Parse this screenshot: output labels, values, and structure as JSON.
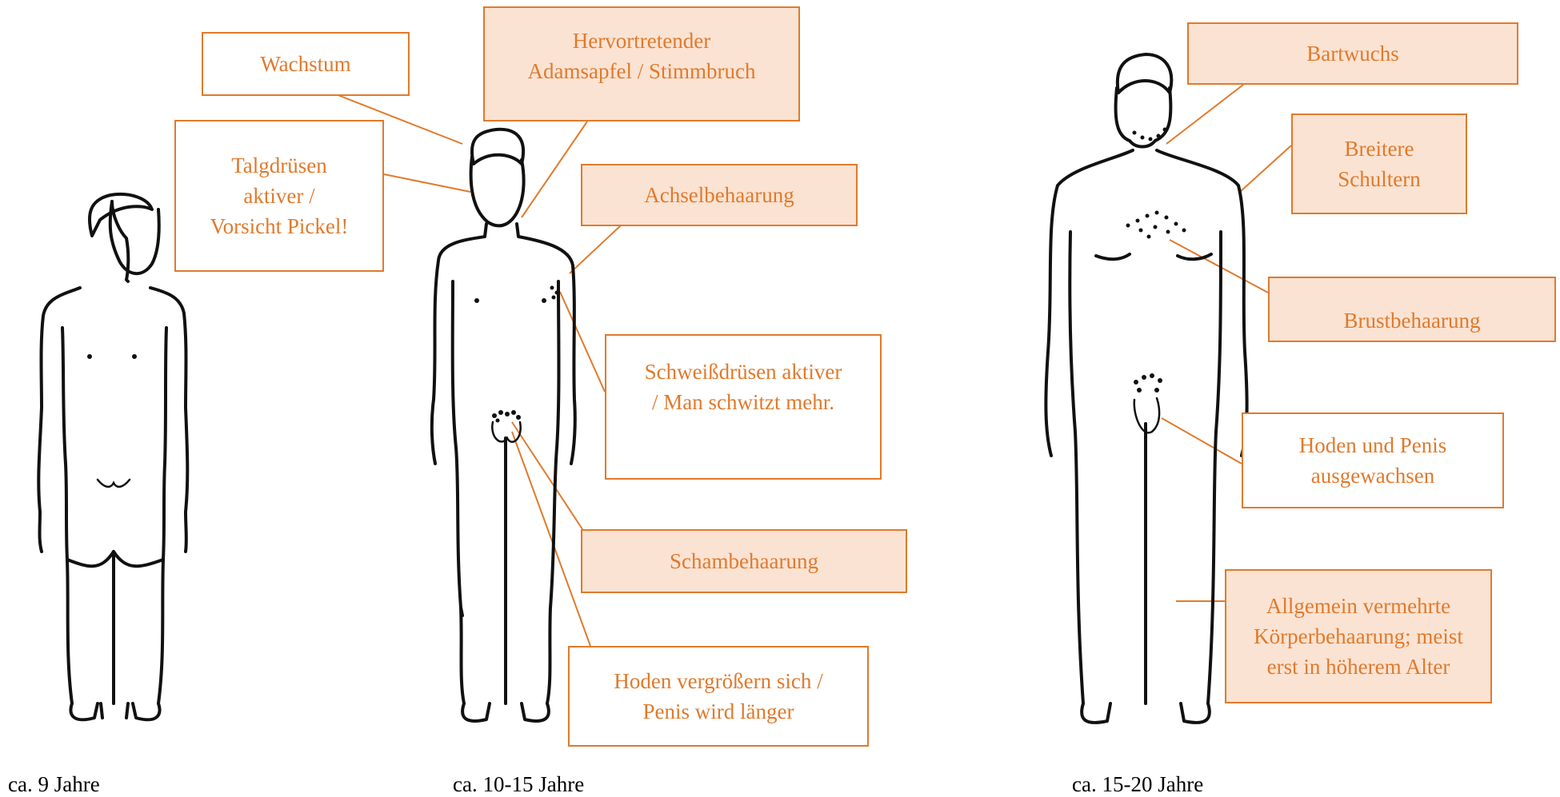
{
  "labels": {
    "wachstum": "Wachstum",
    "talgdruesen": "Talgdrüsen\naktiver /\nVorsicht Pickel!",
    "adamsapfel": "Hervortretender\nAdamsapfel / Stimmbruch",
    "achsel": "Achselbehaarung",
    "schweiss": "Schweißdrüsen aktiver\n/ Man schwitzt mehr.",
    "scham": "Schambehaarung",
    "hoden_vergroessern": "Hoden vergrößern sich /\nPenis wird länger",
    "bartwuchs": "Bartwuchs",
    "schultern": "Breitere\nSchultern",
    "brust": "Brustbehaarung",
    "hoden_ausgewachsen": "Hoden und Penis\nausgewachsen",
    "koerper": "Allgemein vermehrte\nKörperbehaarung; meist\nerst in höherem Alter"
  },
  "ages": {
    "age_1": "ca. 9 Jahre",
    "age_2": "ca. 10-15 Jahre",
    "age_3": "ca. 15-20 Jahre"
  },
  "colors": {
    "accent": "#e07a2c",
    "box_fill": "#fbe3d3",
    "outline": "#111111"
  }
}
